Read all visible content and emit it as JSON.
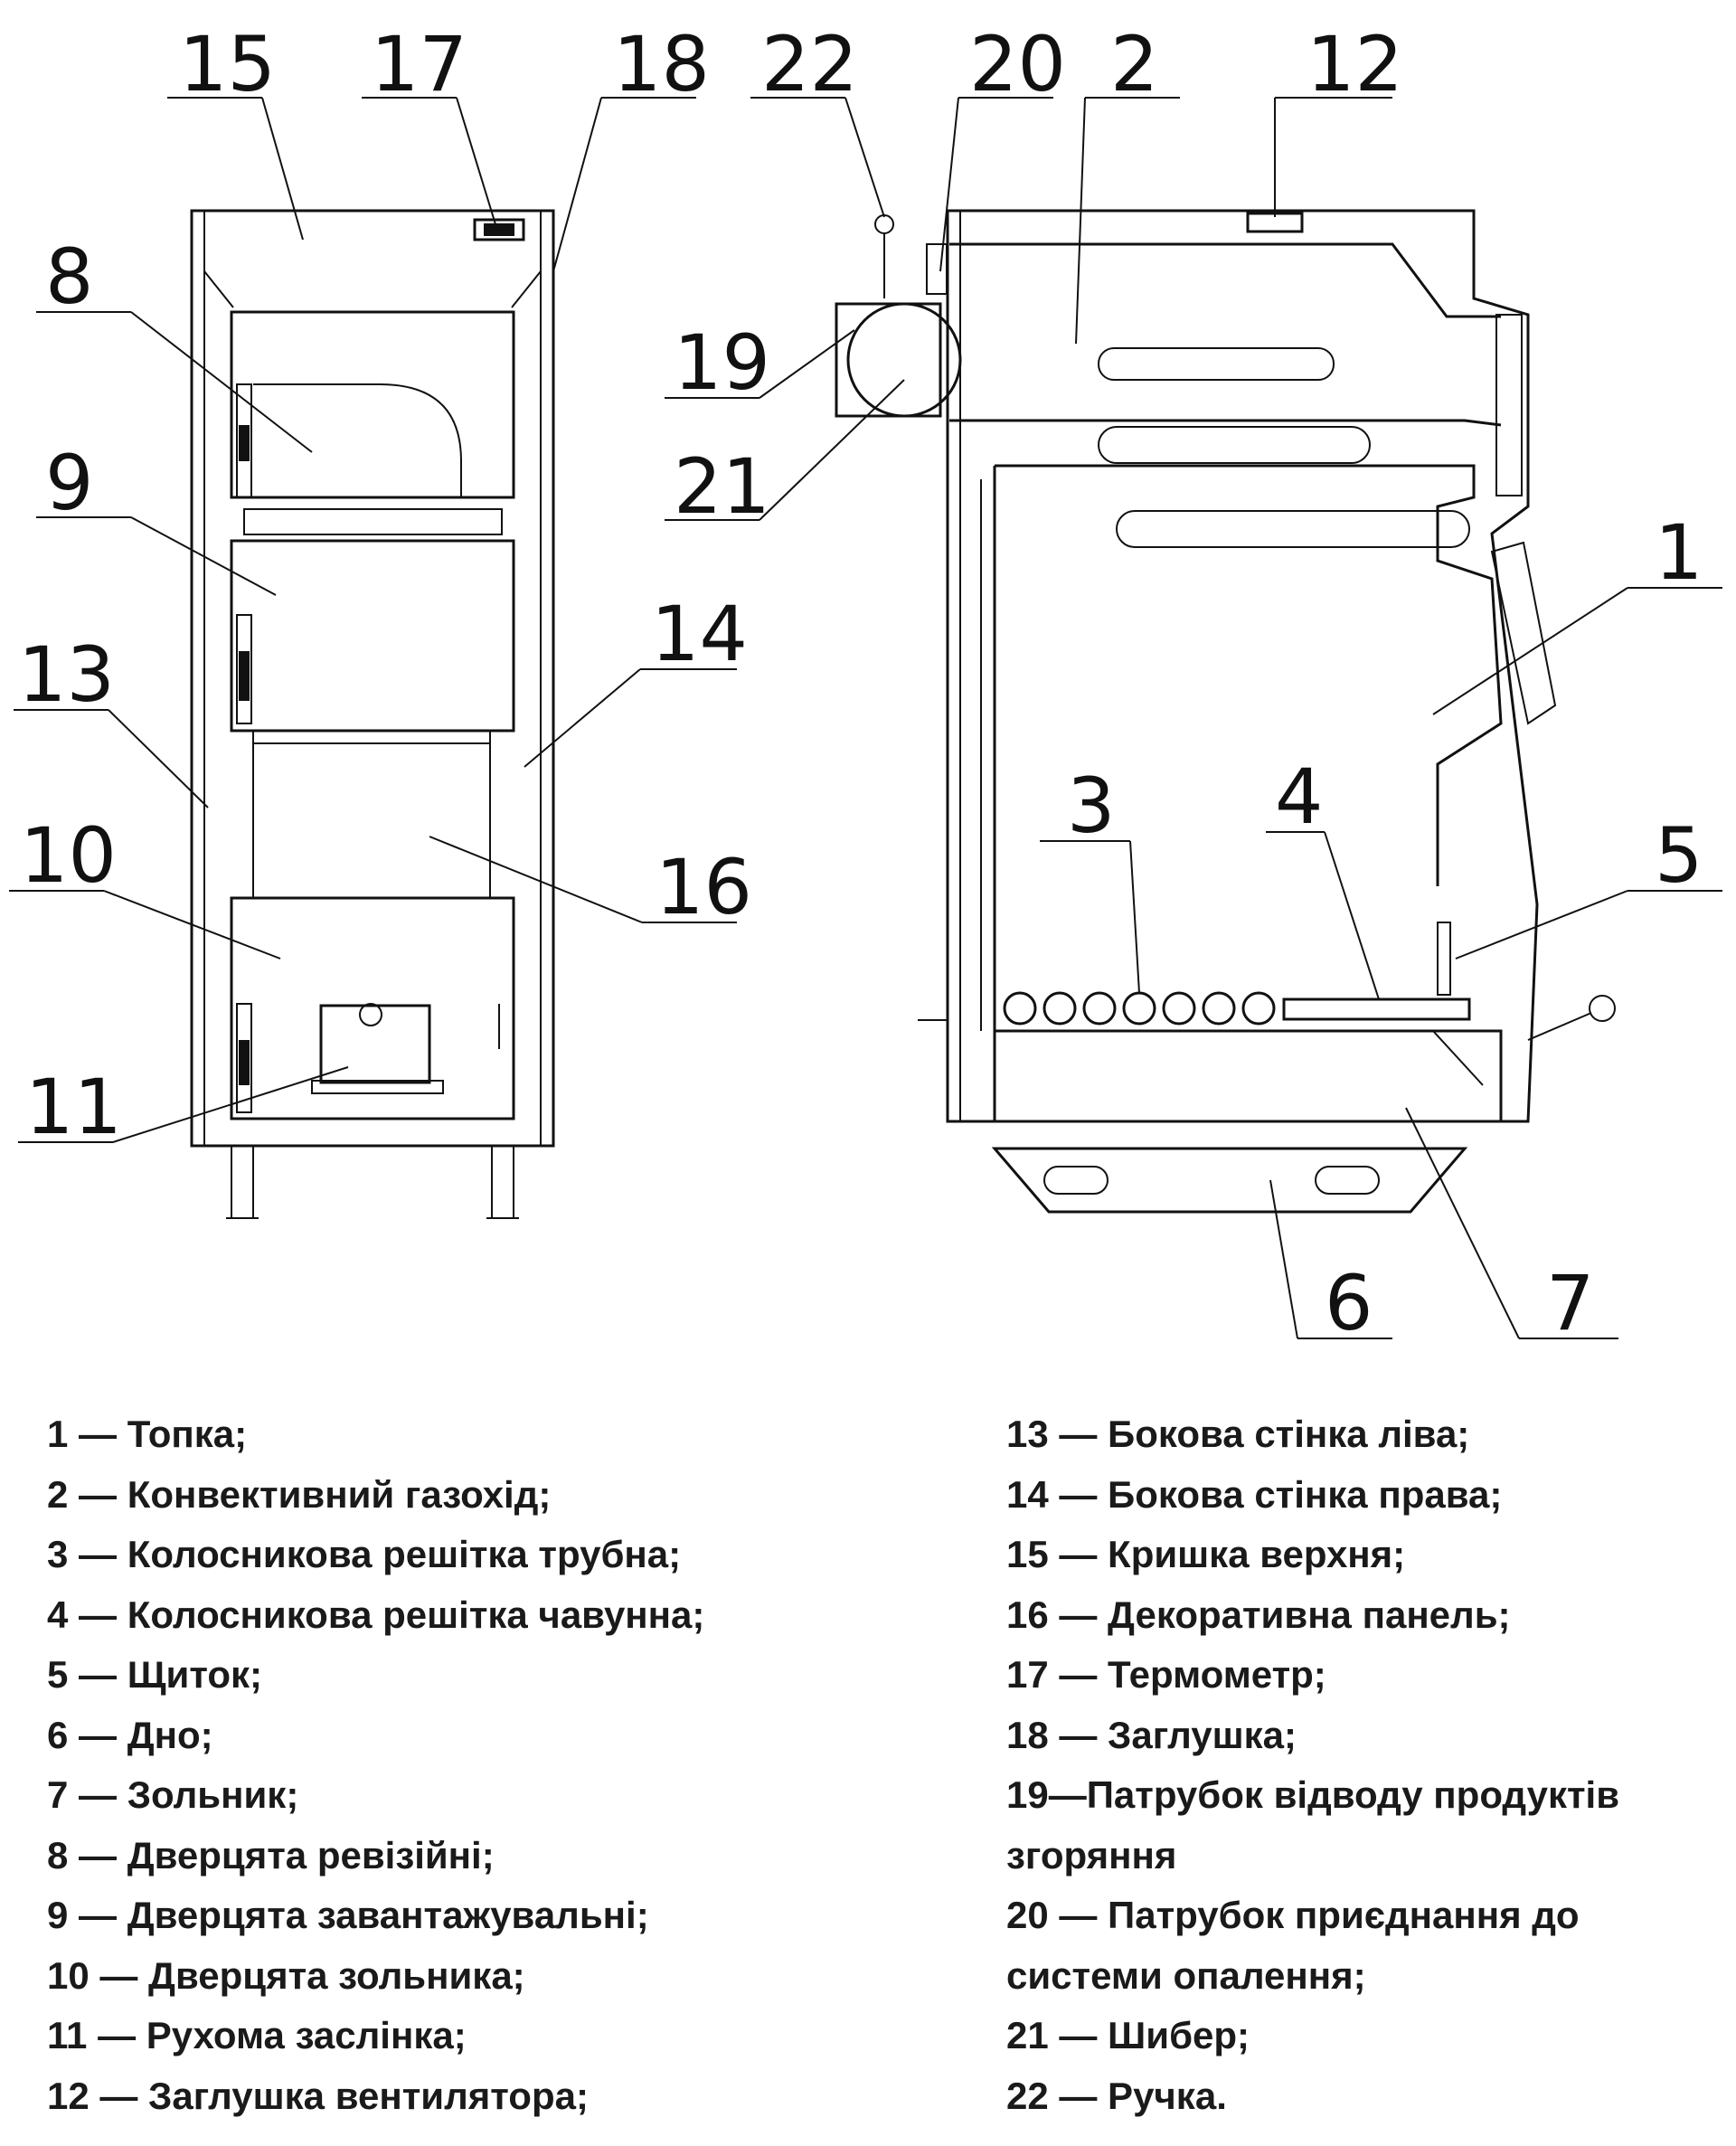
{
  "callouts": {
    "c1": "1",
    "c2": "2",
    "c3": "3",
    "c4": "4",
    "c5": "5",
    "c6": "6",
    "c7": "7",
    "c8": "8",
    "c9": "9",
    "c10": "10",
    "c11": "11",
    "c12": "12",
    "c13": "13",
    "c14": "14",
    "c15": "15",
    "c16": "16",
    "c17": "17",
    "c18": "18",
    "c19": "19",
    "c20": "20",
    "c21": "21",
    "c22": "22"
  },
  "legend": {
    "left": [
      "1 — Топка;",
      "2 — Конвективний газохід;",
      "3 — Колосникова решітка трубна;",
      "4 — Колосникова решітка чавунна;",
      "5 — Щиток;",
      "6 — Дно;",
      "7 — Зольник;",
      "8 — Дверцята ревізійні;",
      "9 — Дверцята завантажувальні;",
      "10 — Дверцята зольника;",
      "11 — Рухома заслінка;",
      "12 — Заглушка вентилятора;"
    ],
    "right": [
      "13 — Бокова стінка ліва;",
      "14 — Бокова стінка права;",
      "15 — Кришка верхня;",
      "16 — Декоративна панель;",
      "17 — Термометр;",
      "18 — Заглушка;",
      "19—Патрубок відводу продуктів",
      "згоряння",
      "20 —  Патрубок приєднання до",
      "системи опалення;",
      "21 — Шибер;",
      "22 — Ручка."
    ]
  }
}
